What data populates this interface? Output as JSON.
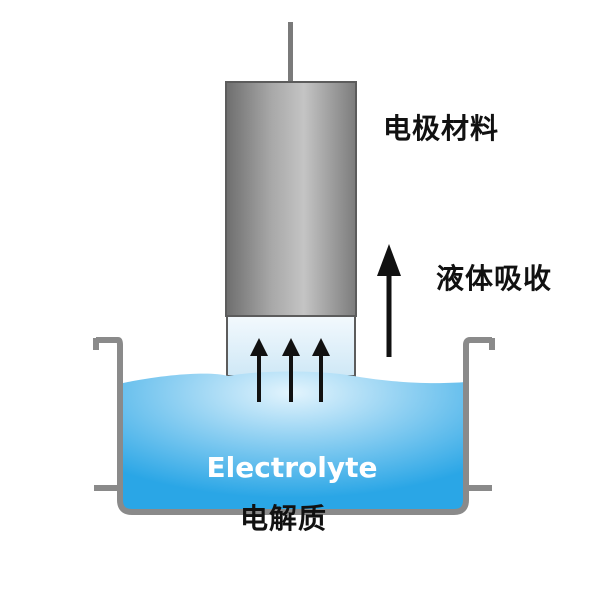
{
  "labels": {
    "electrode_material": "电极材料",
    "liquid_absorption": "液体吸收",
    "electrolyte_en": "Electrolyte",
    "electrolyte_cn": "电解质"
  },
  "colors": {
    "electrode_dark": "#6e6e6e",
    "electrode_light": "#bdbdbd",
    "container": "#8a8a8a",
    "liquid_dark": "#2aa6e6",
    "liquid_light": "#d8f0fc",
    "absorbed_zone": "#e9f4fb",
    "arrow": "#111111",
    "electrolyte_text": "#ffffff"
  },
  "icons": {
    "absorption_direction": "up-arrow-icon"
  }
}
